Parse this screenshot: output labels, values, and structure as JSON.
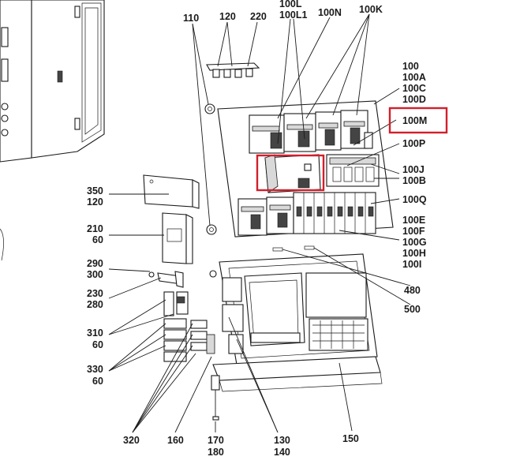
{
  "labels": {
    "l110": "110",
    "l120a": "120",
    "l220": "220",
    "l100L": "100L",
    "l100L1": "100L1",
    "l100N": "100N",
    "l100K": "100K",
    "l100": "100",
    "l100A": "100A",
    "l100C": "100C",
    "l100D": "100D",
    "l100M": "100M",
    "l100P": "100P",
    "l100J": "100J",
    "l100B": "100B",
    "l100Q": "100Q",
    "l100E": "100E",
    "l100F": "100F",
    "l100G": "100G",
    "l100H": "100H",
    "l100I": "100I",
    "l350": "350",
    "l120b": "120",
    "l210": "210",
    "l60a": "60",
    "l290": "290",
    "l300": "300",
    "l230": "230",
    "l280": "280",
    "l310": "310",
    "l60b": "60",
    "l330": "330",
    "l60c": "60",
    "l480": "480",
    "l500": "500",
    "l320": "320",
    "l160": "160",
    "l170": "170",
    "l180": "180",
    "l130": "130",
    "l140": "140",
    "l150": "150"
  },
  "highlight_color": "#d21f2b"
}
